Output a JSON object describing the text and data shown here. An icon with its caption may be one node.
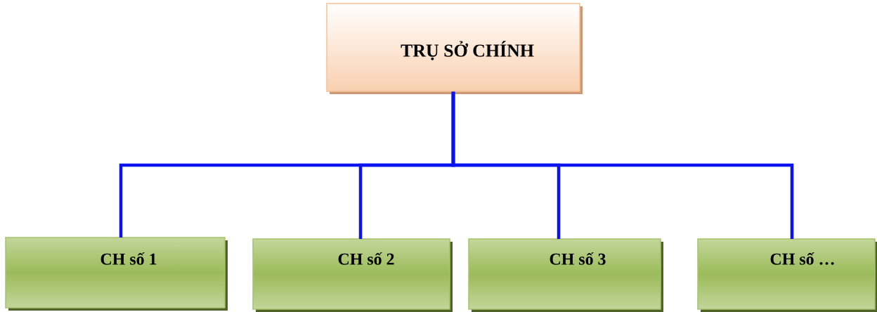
{
  "diagram": {
    "nodes": [
      {
        "text": [
          "TRỤ SỞ CHÍNH"
        ]
      },
      {
        "text": [
          "CH số 1"
        ]
      },
      {
        "text": [
          "CH số 2"
        ]
      },
      {
        "text": [
          "CH số 3"
        ]
      },
      {
        "text": [
          "CH số …"
        ]
      }
    ],
    "edges": [
      {
        "from": 0,
        "to": 1,
        "arrow": "none"
      },
      {
        "from": 0,
        "to": 2,
        "arrow": "none"
      },
      {
        "from": 0,
        "to": 3,
        "arrow": "none"
      },
      {
        "from": 0,
        "to": 4,
        "arrow": "none"
      }
    ]
  }
}
